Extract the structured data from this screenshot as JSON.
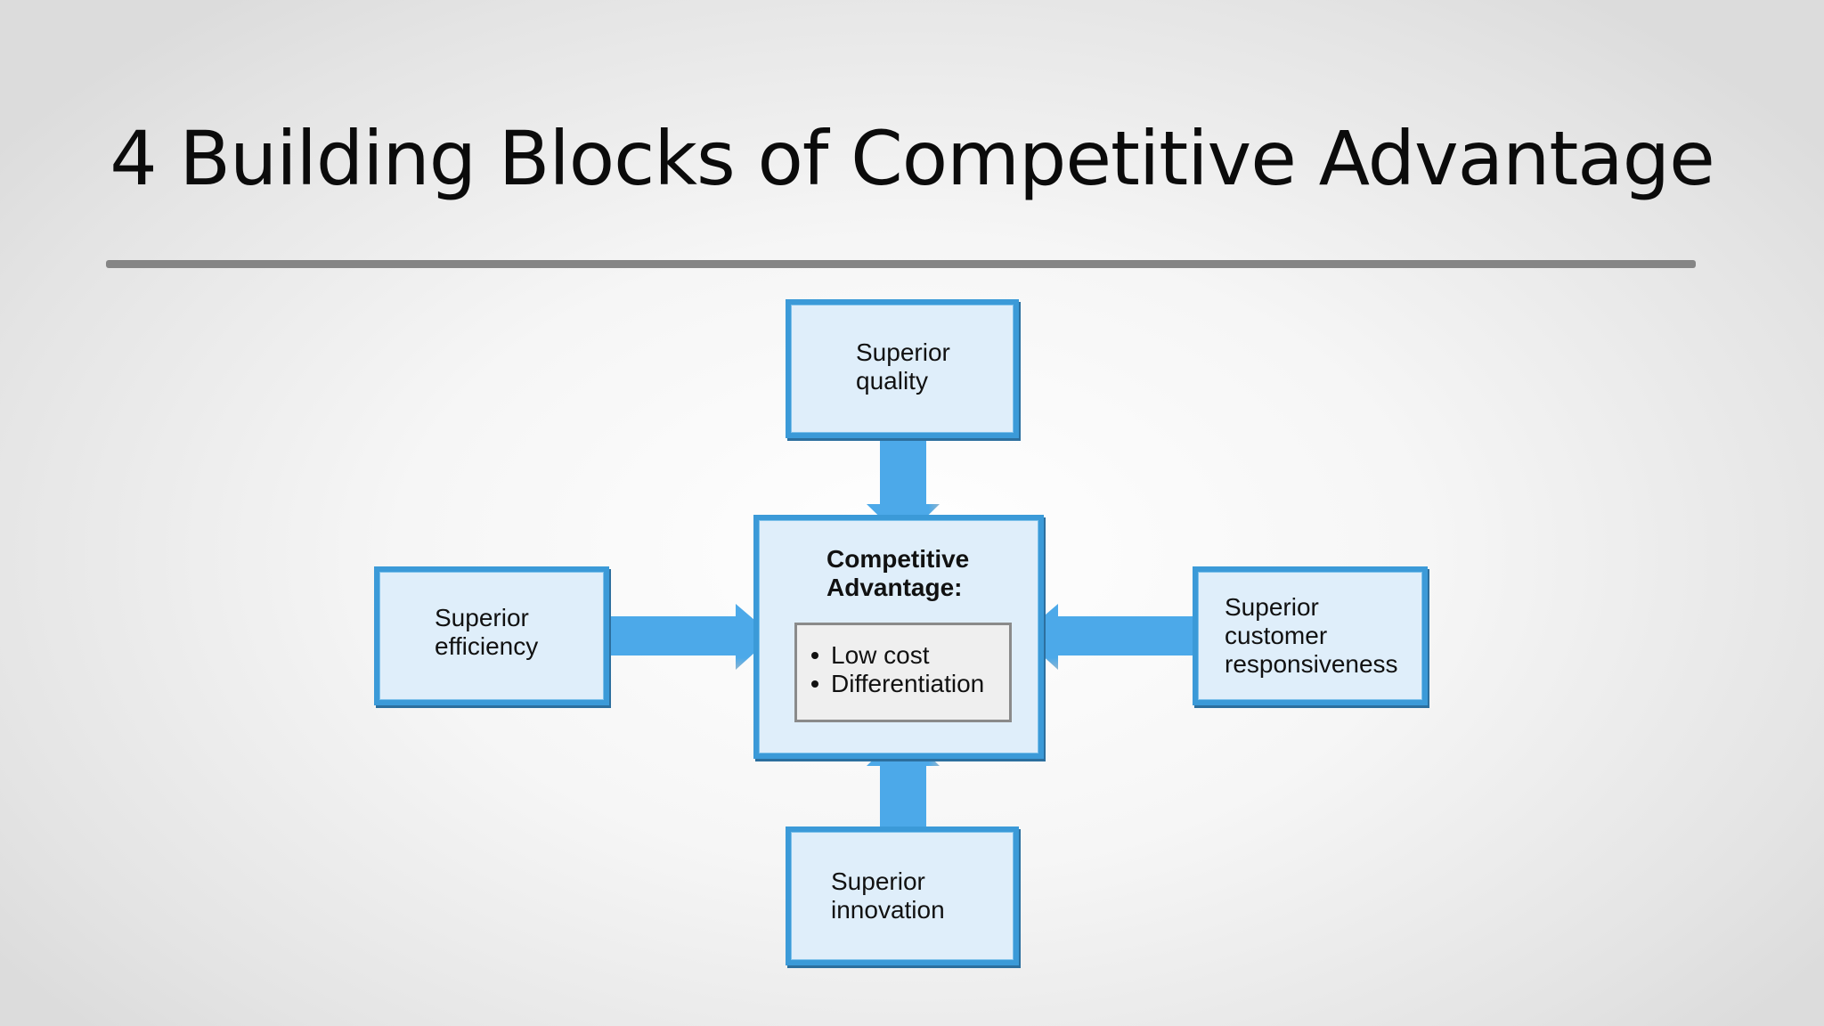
{
  "slide": {
    "title": "4 Building Blocks of Competitive Advantage"
  },
  "diagram": {
    "center": {
      "heading": "Competitive\nAdvantage:",
      "items": [
        "Low cost",
        "Differentiation"
      ]
    },
    "blocks": {
      "top": "Superior\nquality",
      "left": "Superior\nefficiency",
      "right": "Superior\ncustomer\nresponsiveness",
      "bottom": "Superior\ninnovation"
    }
  },
  "colors": {
    "box_fill": "#dfeefa",
    "box_border": "#3b9ad8",
    "arrow": "#4aa8e8"
  }
}
